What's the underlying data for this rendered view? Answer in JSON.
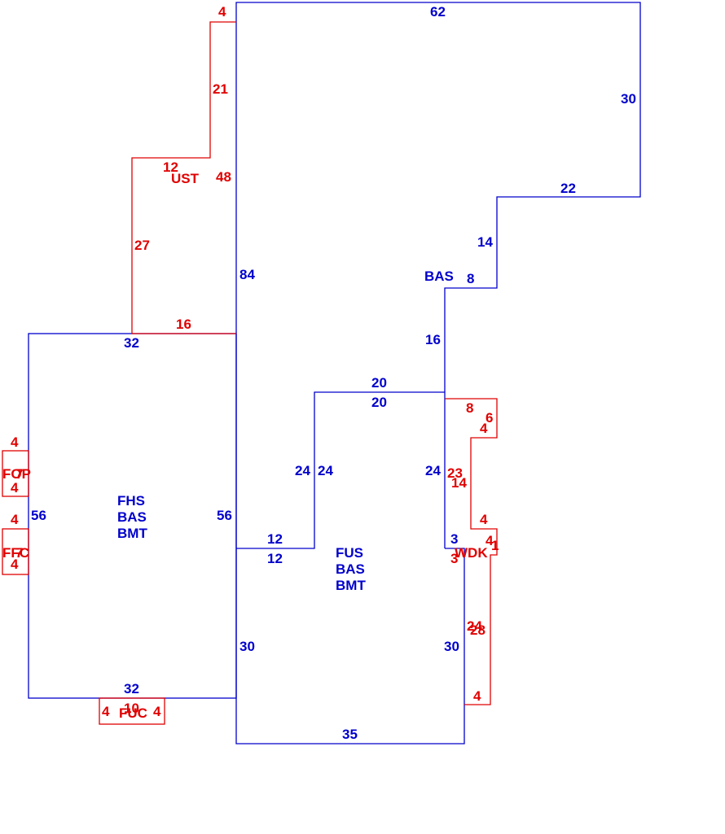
{
  "colors": {
    "main_area": "#0000cc",
    "secondary_area": "#e00000",
    "background": "#ffffff"
  },
  "areas": {
    "bas_main": {
      "code": "BAS"
    },
    "fhs": {
      "line1": "FHS",
      "line2": "BAS",
      "line3": "BMT"
    },
    "fus": {
      "line1": "FUS",
      "line2": "BAS",
      "line3": "BMT"
    },
    "ust": {
      "code": "UST"
    },
    "fop": {
      "code": "FOP"
    },
    "ffc": {
      "code": "FFC"
    },
    "fbc": {
      "code": "FUC"
    },
    "wdk": {
      "code": "WDK"
    }
  },
  "dimensions": {
    "bas_top": "62",
    "bas_right": "30",
    "bas_step1": "22",
    "bas_step2": "14",
    "bas_step3": "8",
    "bas_step4": "16",
    "bas_left": "84",
    "fus_top_outer": "20",
    "fus_top_inner": "20",
    "fus_left_outer": "24",
    "fus_left_inner": "24",
    "fus_right": "24",
    "fus_step_outer": "12",
    "fus_step_inner": "12",
    "fus_lower_left": "30",
    "fus_lower_right": "30",
    "fus_bottom": "35",
    "fus_notch": "3",
    "fhs_top": "32",
    "fhs_left": "56",
    "fhs_right": "56",
    "fhs_bottom": "32",
    "ust_top": "4",
    "ust_right_upper": "21",
    "ust_step": "12",
    "ust_right_lower": "48",
    "ust_left": "27",
    "ust_bottom": "16",
    "fop_top": "4",
    "fop_side": "7",
    "fop_bottom": "4",
    "ffc_top": "4",
    "ffc_side": "7",
    "ffc_bottom": "4",
    "fbc_left": "4",
    "fbc_top": "10",
    "fbc_right": "4",
    "wdk_top": "8",
    "wdk_right_top": "6",
    "wdk_step1": "4",
    "wdk_left_a": "23",
    "wdk_left_b": "14",
    "wdk_step2": "4",
    "wdk_notch_a": "4",
    "wdk_notch_b": "1",
    "wdk_notch_c": "3",
    "wdk_lower_a": "24",
    "wdk_lower_b": "28",
    "wdk_bottom": "4"
  }
}
